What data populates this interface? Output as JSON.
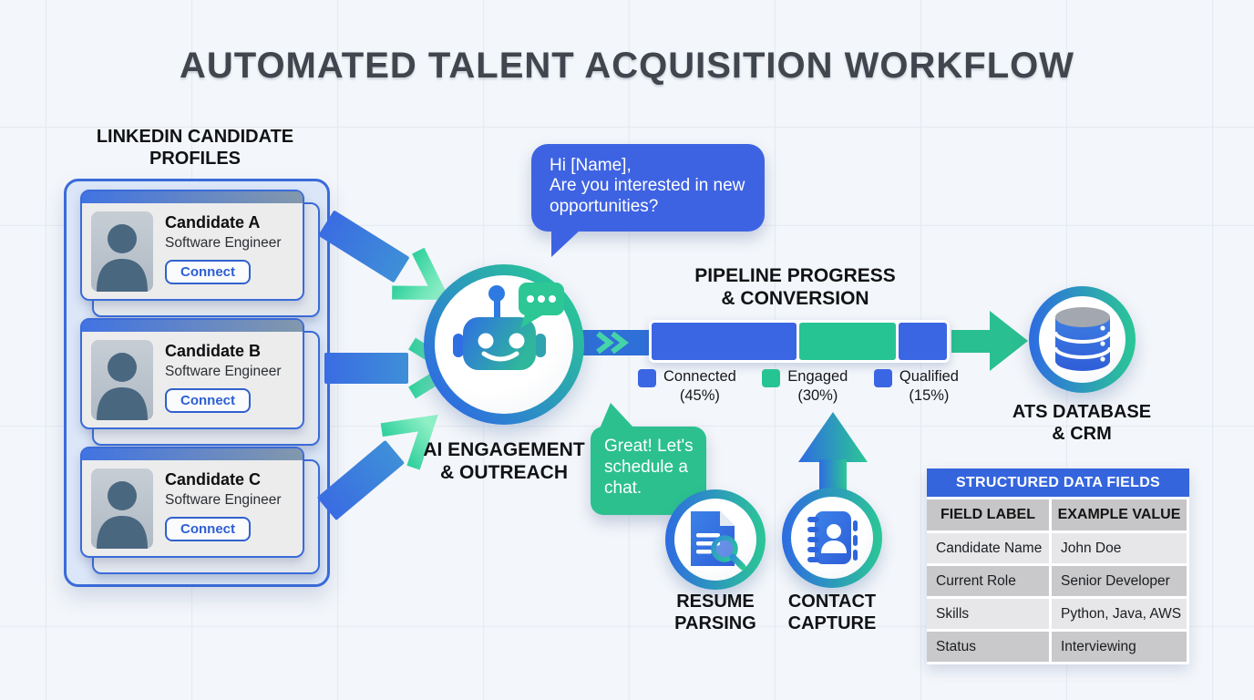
{
  "title": "AUTOMATED TALENT ACQUISITION WORKFLOW",
  "profiles": {
    "heading": "LINKEDIN CANDIDATE\nPROFILES",
    "cards": [
      {
        "name": "Candidate A",
        "role": "Software Engineer",
        "button": "Connect"
      },
      {
        "name": "Candidate B",
        "role": "Software Engineer",
        "button": "Connect"
      },
      {
        "name": "Candidate C",
        "role": "Software Engineer",
        "button": "Connect"
      }
    ]
  },
  "ai": {
    "label": "AI ENGAGEMENT\n& OUTREACH"
  },
  "bubbles": {
    "outreach": "Hi [Name],\nAre you interested in new\nopportunities?",
    "reply": "Great! Let's\nschedule a\nchat."
  },
  "pipeline": {
    "heading": "PIPELINE PROGRESS\n& CONVERSION",
    "segments": [
      {
        "label": "Connected",
        "pct": "(45%)",
        "value": 45,
        "color": "#3b66e3"
      },
      {
        "label": "Engaged",
        "pct": "(30%)",
        "value": 30,
        "color": "#27c493"
      },
      {
        "label": "Qualified",
        "pct": "(15%)",
        "value": 15,
        "color": "#3b66e3"
      }
    ]
  },
  "ats": {
    "label": "ATS DATABASE\n& CRM"
  },
  "resume_parsing": {
    "label": "RESUME\nPARSING"
  },
  "contact_capture": {
    "label": "CONTACT\nCAPTURE"
  },
  "table": {
    "title": "STRUCTURED DATA FIELDS",
    "columns": [
      "FIELD LABEL",
      "EXAMPLE VALUE"
    ],
    "rows": [
      [
        "Candidate Name",
        "John Doe"
      ],
      [
        "Current Role",
        "Senior Developer"
      ],
      [
        "Skills",
        "Python, Java, AWS"
      ],
      [
        "Status",
        "Interviewing"
      ]
    ]
  },
  "colors": {
    "accent_blue": "#3b66e3",
    "accent_green": "#27c493",
    "title_gray": "#41464e"
  }
}
